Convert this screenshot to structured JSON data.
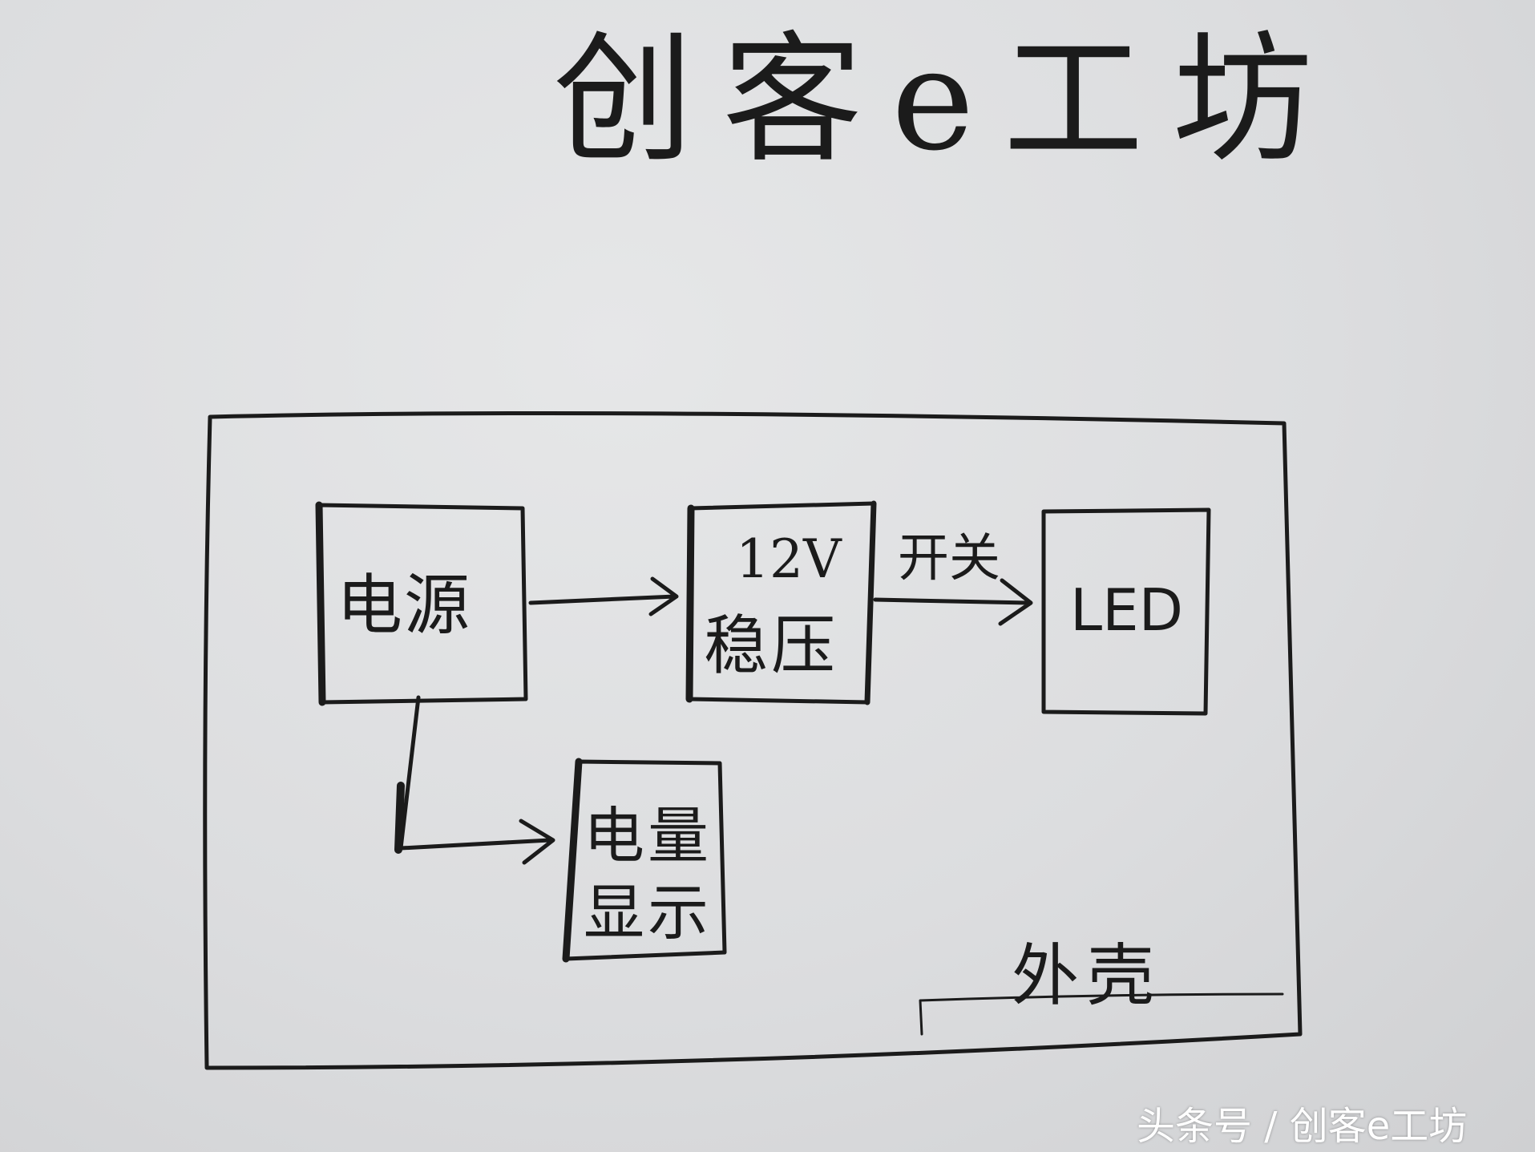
{
  "title": "创客e工坊",
  "enclosure": {
    "label": "外壳"
  },
  "nodes": {
    "power": {
      "label": "电源"
    },
    "regulator": {
      "voltage": "12V",
      "label": "稳压"
    },
    "led": {
      "label": "LED"
    },
    "battery_display": {
      "label": "电量显示"
    }
  },
  "edges": {
    "power_to_regulator": {
      "label": ""
    },
    "regulator_to_led": {
      "label": "开关"
    },
    "power_to_battery_display": {
      "label": ""
    }
  },
  "watermark": "头条号 / 创客e工坊",
  "colors": {
    "ink": "#1b1b1b",
    "paper": "#dcdddf",
    "watermark": "#ffffff"
  }
}
